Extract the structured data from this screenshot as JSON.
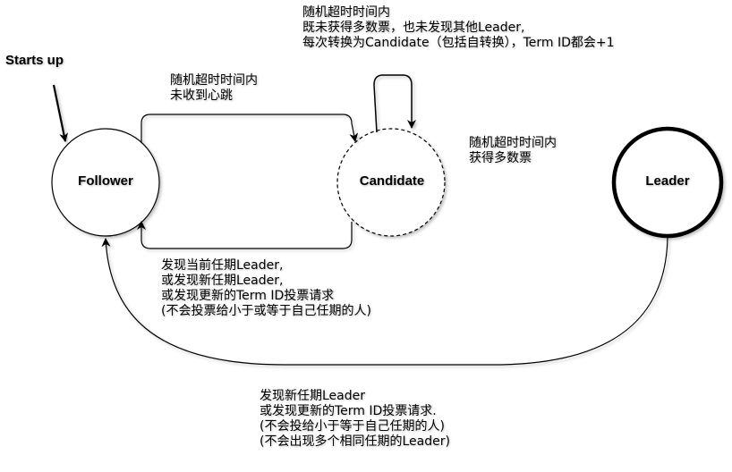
{
  "nodes": {
    "follower": "Follower",
    "candidate": "Candidate",
    "leader": "Leader"
  },
  "start_label": "Starts up",
  "labels": {
    "follower_to_candidate": [
      "随机超时时间内",
      "未收到心跳"
    ],
    "candidate_self_loop": [
      "随机超时时间内",
      "既未获得多数票，也未发现其他Leader,",
      "每次转换为Candidate（包括自转换），Term ID都会+1"
    ],
    "candidate_to_leader": [
      "随机超时时间内",
      "获得多数票"
    ],
    "candidate_to_follower": [
      "发现当前任期Leader,",
      "或发现新任期Leader,",
      "或发现更新的Term ID投票请求",
      "(不会投票给小于或等于自己任期的人)"
    ],
    "leader_to_follower": [
      "发现新任期Leader",
      "或发现更新的Term ID投票请求.",
      "(不会投给小于等于自己任期的人)",
      "(不会出现多个相同任期的Leader)"
    ]
  }
}
